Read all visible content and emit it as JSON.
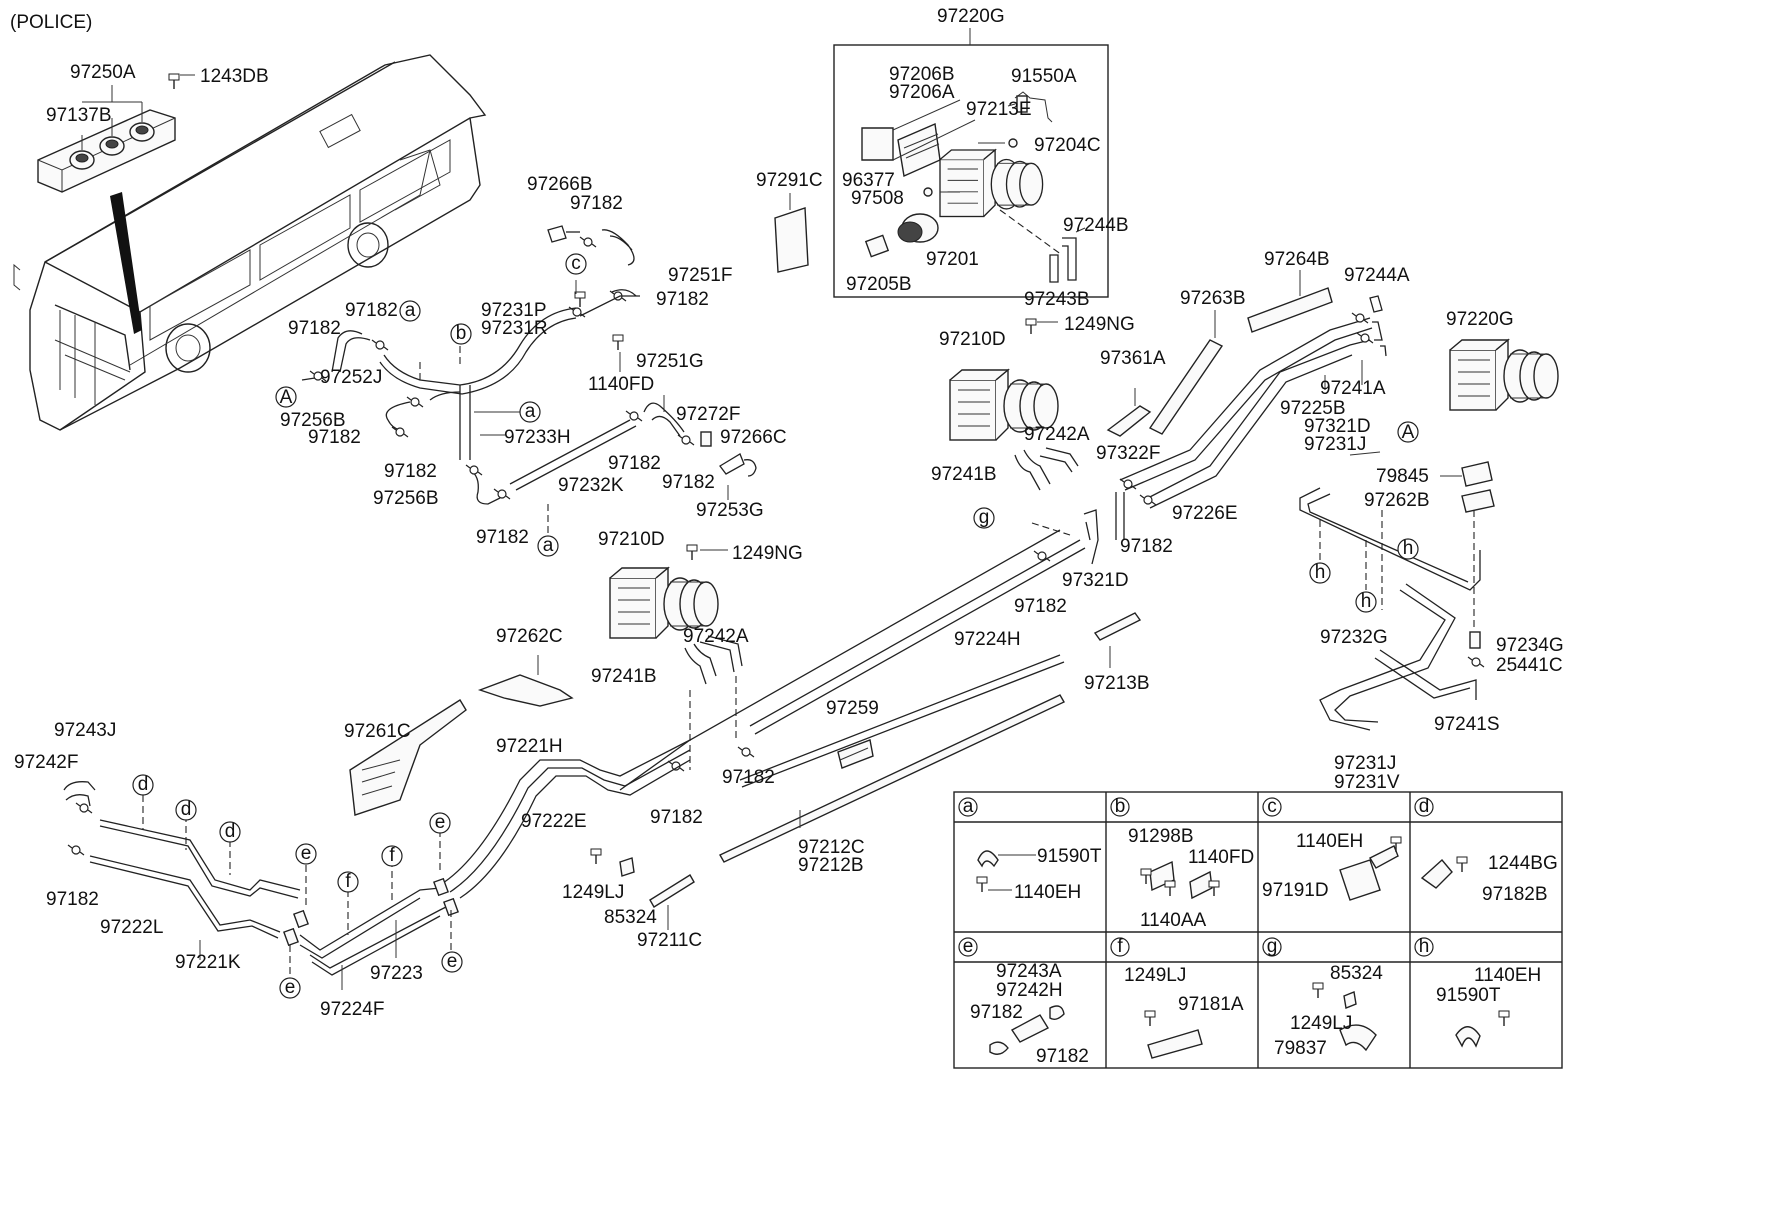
{
  "header": {
    "variant": "(POLICE)"
  },
  "labels": [
    {
      "id": "97250A",
      "text": "97250A"
    },
    {
      "id": "1243DB",
      "text": "1243DB"
    },
    {
      "id": "97137B",
      "text": "97137B"
    },
    {
      "id": "97220G_top",
      "text": "97220G"
    },
    {
      "id": "97206B",
      "text": "97206B"
    },
    {
      "id": "97206A",
      "text": "97206A"
    },
    {
      "id": "91550A",
      "text": "91550A"
    },
    {
      "id": "97213E",
      "text": "97213E"
    },
    {
      "id": "97204C",
      "text": "97204C"
    },
    {
      "id": "96377",
      "text": "96377"
    },
    {
      "id": "97508",
      "text": "97508"
    },
    {
      "id": "97201",
      "text": "97201"
    },
    {
      "id": "97205B",
      "text": "97205B"
    },
    {
      "id": "97291C",
      "text": "97291C"
    },
    {
      "id": "97244B",
      "text": "97244B"
    },
    {
      "id": "97243B",
      "text": "97243B"
    },
    {
      "id": "97266B",
      "text": "97266B"
    },
    {
      "id": "97182_a1",
      "text": "97182"
    },
    {
      "id": "97251F",
      "text": "97251F"
    },
    {
      "id": "97182_a2",
      "text": "97182"
    },
    {
      "id": "97231P",
      "text": "97231P"
    },
    {
      "id": "97231R",
      "text": "97231R"
    },
    {
      "id": "1140FD",
      "text": "1140FD"
    },
    {
      "id": "97251G",
      "text": "97251G"
    },
    {
      "id": "97182_b1",
      "text": "97182"
    },
    {
      "id": "97182_b2",
      "text": "97182"
    },
    {
      "id": "97252J",
      "text": "97252J"
    },
    {
      "id": "97256B_1",
      "text": "97256B"
    },
    {
      "id": "97182_b3",
      "text": "97182"
    },
    {
      "id": "97233H",
      "text": "97233H"
    },
    {
      "id": "97272F",
      "text": "97272F"
    },
    {
      "id": "97266C",
      "text": "97266C"
    },
    {
      "id": "97182_c1",
      "text": "97182"
    },
    {
      "id": "97182_c2",
      "text": "97182"
    },
    {
      "id": "97182_c3",
      "text": "97182"
    },
    {
      "id": "97232K",
      "text": "97232K"
    },
    {
      "id": "97253G",
      "text": "97253G"
    },
    {
      "id": "97256B_2",
      "text": "97256B"
    },
    {
      "id": "97182_c4",
      "text": "97182"
    },
    {
      "id": "97210D_1",
      "text": "97210D"
    },
    {
      "id": "1249NG_1",
      "text": "1249NG"
    },
    {
      "id": "97361A",
      "text": "97361A"
    },
    {
      "id": "97263B",
      "text": "97263B"
    },
    {
      "id": "97264B",
      "text": "97264B"
    },
    {
      "id": "97244A",
      "text": "97244A"
    },
    {
      "id": "97220G_right",
      "text": "97220G"
    },
    {
      "id": "97242A_1",
      "text": "97242A"
    },
    {
      "id": "97241B_1",
      "text": "97241B"
    },
    {
      "id": "97322F",
      "text": "97322F"
    },
    {
      "id": "97225B",
      "text": "97225B"
    },
    {
      "id": "97241A",
      "text": "97241A"
    },
    {
      "id": "97321D_1",
      "text": "97321D"
    },
    {
      "id": "97231J_1",
      "text": "97231J"
    },
    {
      "id": "79845",
      "text": "79845"
    },
    {
      "id": "97262B",
      "text": "97262B"
    },
    {
      "id": "97226E",
      "text": "97226E"
    },
    {
      "id": "97182_d1",
      "text": "97182"
    },
    {
      "id": "97321D_2",
      "text": "97321D"
    },
    {
      "id": "97182_d2",
      "text": "97182"
    },
    {
      "id": "97210D_2",
      "text": "97210D"
    },
    {
      "id": "1249NG_2",
      "text": "1249NG"
    },
    {
      "id": "97224H",
      "text": "97224H"
    },
    {
      "id": "97213B",
      "text": "97213B"
    },
    {
      "id": "97232G",
      "text": "97232G"
    },
    {
      "id": "97234G",
      "text": "97234G"
    },
    {
      "id": "25441C",
      "text": "25441C"
    },
    {
      "id": "97241S",
      "text": "97241S"
    },
    {
      "id": "97231J_2",
      "text": "97231J"
    },
    {
      "id": "97231V",
      "text": "97231V"
    },
    {
      "id": "97262C",
      "text": "97262C"
    },
    {
      "id": "97242A_2",
      "text": "97242A"
    },
    {
      "id": "97241B_2",
      "text": "97241B"
    },
    {
      "id": "97261C",
      "text": "97261C"
    },
    {
      "id": "97259",
      "text": "97259"
    },
    {
      "id": "97221H",
      "text": "97221H"
    },
    {
      "id": "97182_e1",
      "text": "97182"
    },
    {
      "id": "97182_e2",
      "text": "97182"
    },
    {
      "id": "97222E",
      "text": "97222E"
    },
    {
      "id": "97212C",
      "text": "97212C"
    },
    {
      "id": "97212B",
      "text": "97212B"
    },
    {
      "id": "97243J",
      "text": "97243J"
    },
    {
      "id": "97242F",
      "text": "97242F"
    },
    {
      "id": "97182_f1",
      "text": "97182"
    },
    {
      "id": "97222L",
      "text": "97222L"
    },
    {
      "id": "97221K",
      "text": "97221K"
    },
    {
      "id": "97223",
      "text": "97223"
    },
    {
      "id": "97224F",
      "text": "97224F"
    },
    {
      "id": "1249LJ",
      "text": "1249LJ"
    },
    {
      "id": "85324",
      "text": "85324"
    },
    {
      "id": "97211C",
      "text": "97211C"
    }
  ],
  "callouts": [
    "a",
    "b",
    "c",
    "d",
    "e",
    "f",
    "g",
    "h",
    "A"
  ],
  "detail_table": {
    "cells": [
      {
        "key": "a",
        "parts": [
          "91590T",
          "1140EH"
        ]
      },
      {
        "key": "b",
        "parts": [
          "91298B",
          "1140FD",
          "1140AA"
        ]
      },
      {
        "key": "c",
        "parts": [
          "1140EH",
          "97191D"
        ]
      },
      {
        "key": "d",
        "parts": [
          "1244BG",
          "97182B"
        ]
      },
      {
        "key": "e",
        "parts": [
          "97243A",
          "97242H",
          "97182",
          "97182"
        ]
      },
      {
        "key": "f",
        "parts": [
          "1249LJ",
          "97181A"
        ]
      },
      {
        "key": "g",
        "parts": [
          "85324",
          "1249LJ",
          "79837"
        ]
      },
      {
        "key": "h",
        "parts": [
          "1140EH",
          "91590T"
        ]
      }
    ]
  }
}
